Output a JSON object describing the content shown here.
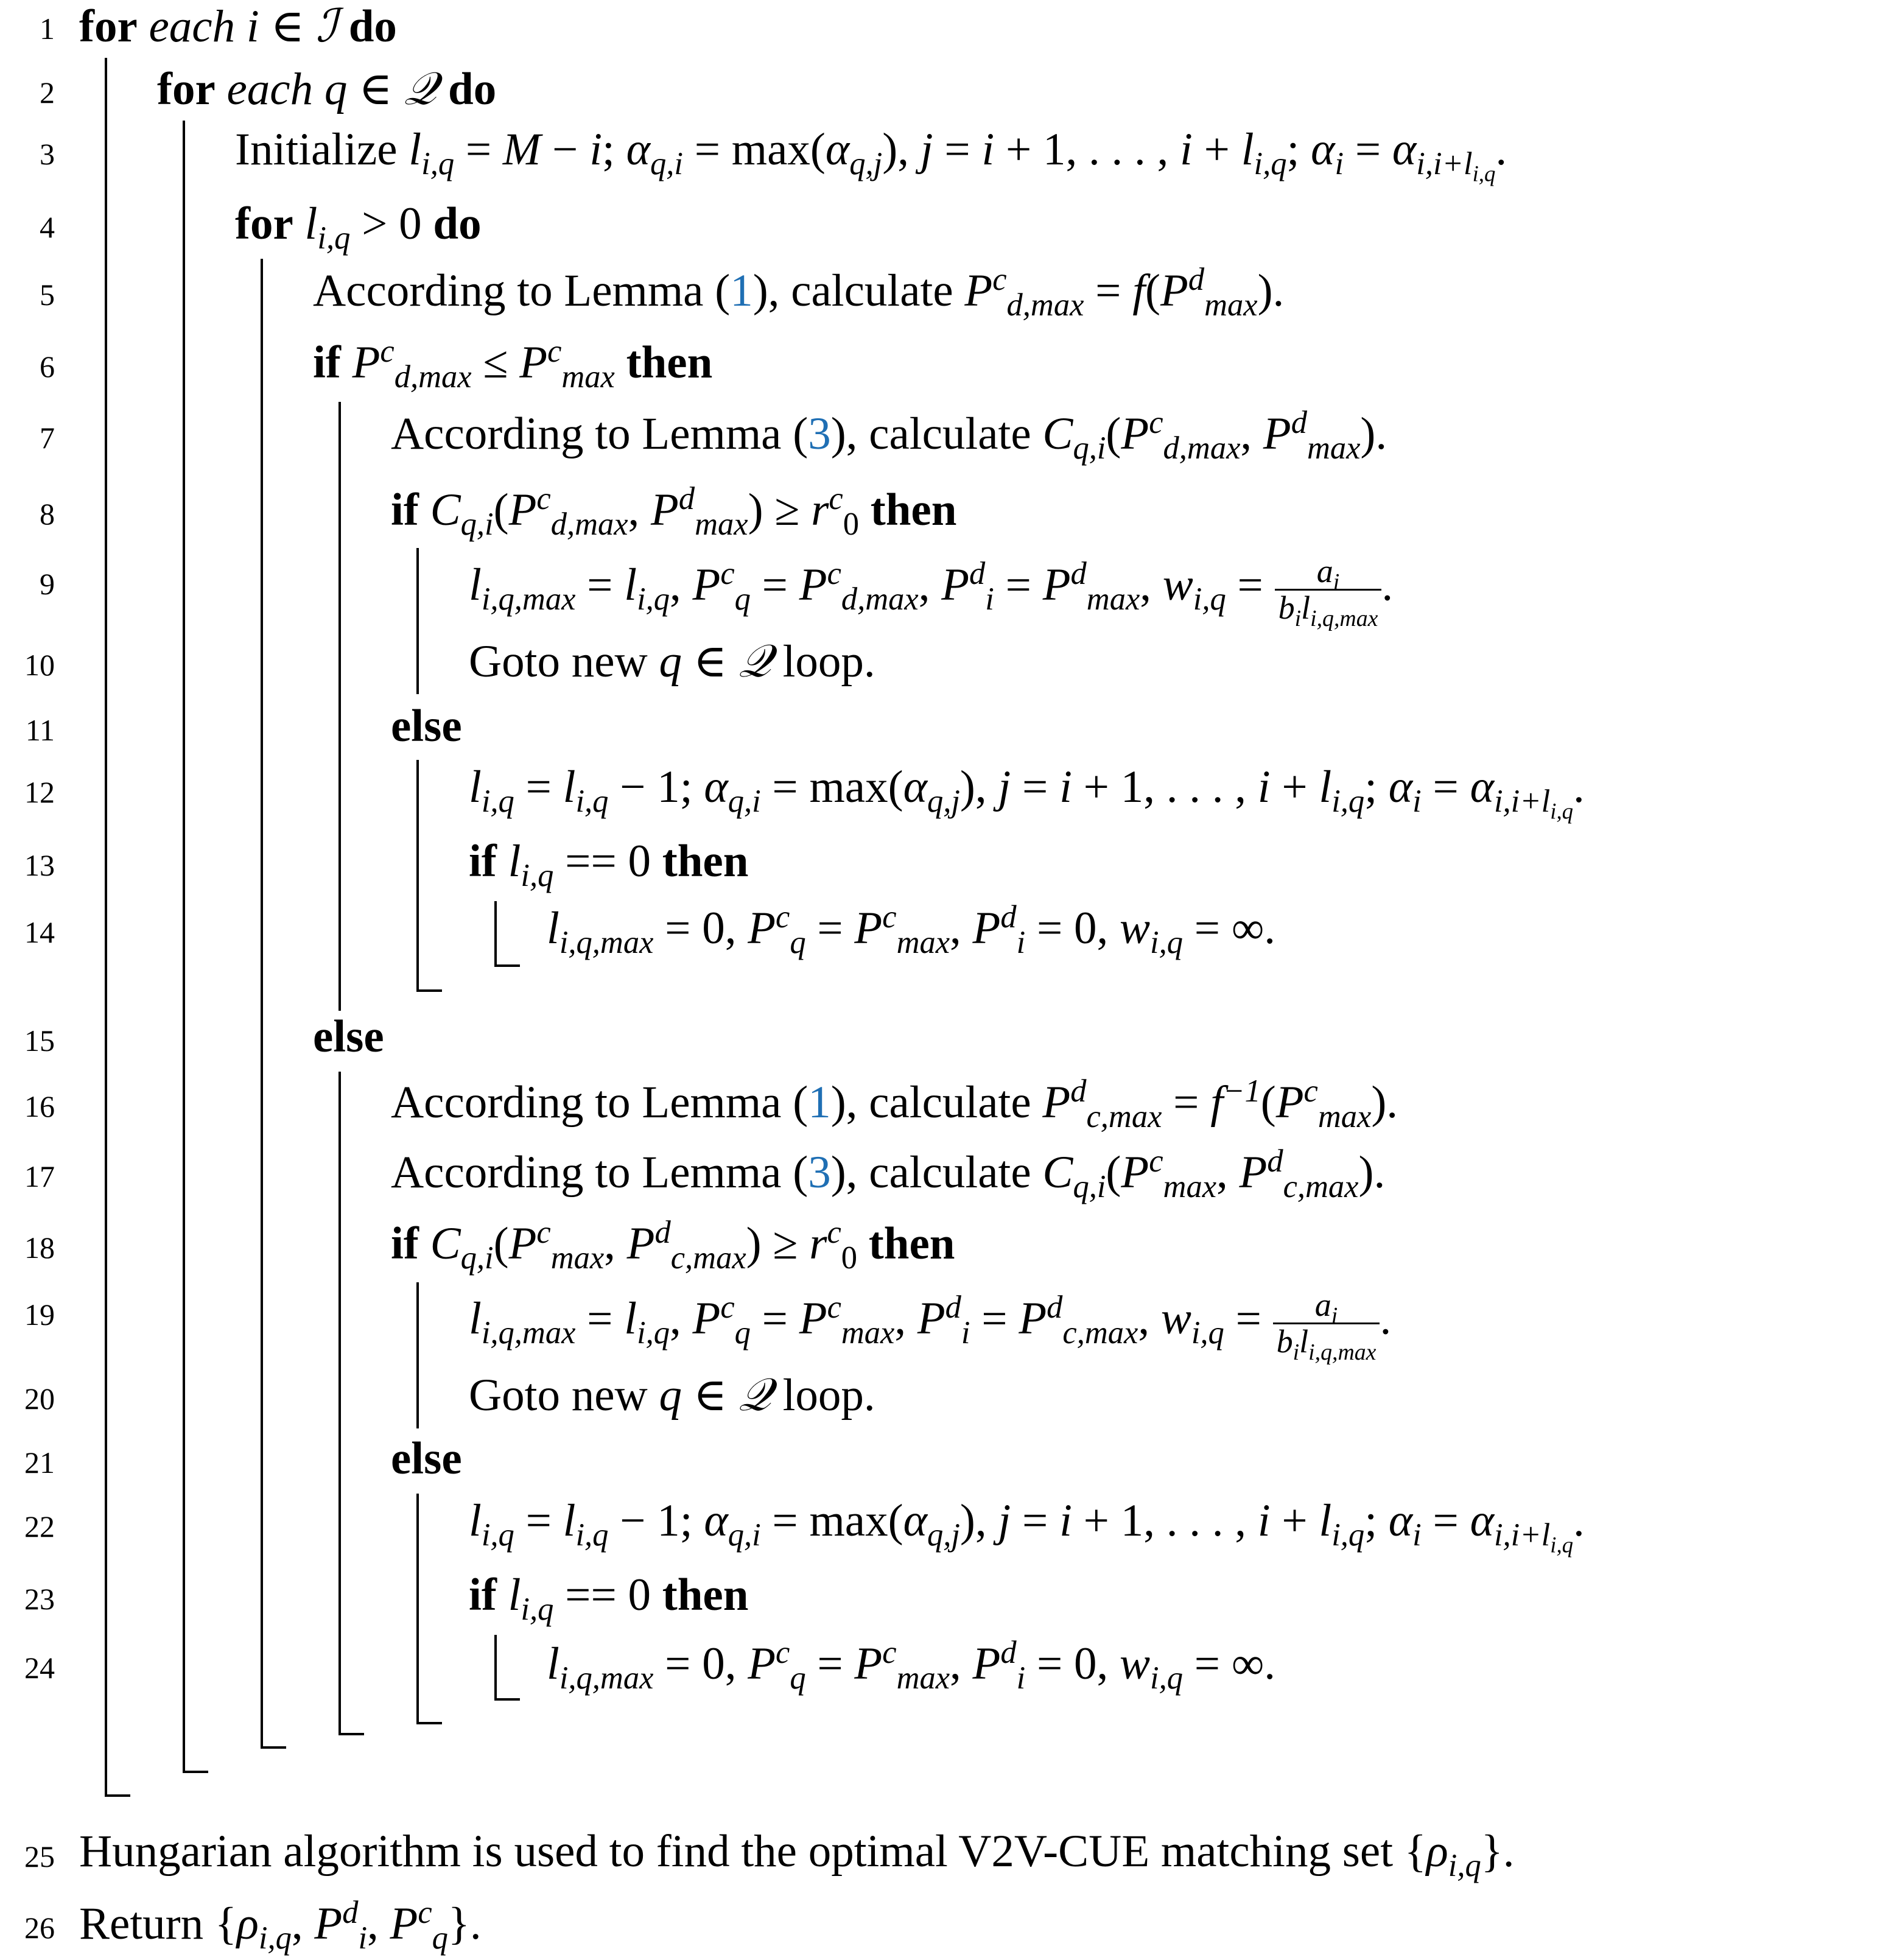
{
  "algorithm": {
    "lines": [
      {
        "n": "1"
      },
      {
        "n": "2"
      },
      {
        "n": "3"
      },
      {
        "n": "4"
      },
      {
        "n": "5"
      },
      {
        "n": "6"
      },
      {
        "n": "7"
      },
      {
        "n": "8"
      },
      {
        "n": "9"
      },
      {
        "n": "10"
      },
      {
        "n": "11"
      },
      {
        "n": "12"
      },
      {
        "n": "13"
      },
      {
        "n": "14"
      },
      {
        "n": "15"
      },
      {
        "n": "16"
      },
      {
        "n": "17"
      },
      {
        "n": "18"
      },
      {
        "n": "19"
      },
      {
        "n": "20"
      },
      {
        "n": "21"
      },
      {
        "n": "22"
      },
      {
        "n": "23"
      },
      {
        "n": "24"
      },
      {
        "n": "25"
      },
      {
        "n": "26"
      }
    ],
    "kw": {
      "for": "for",
      "each": "each",
      "do": "do",
      "if": "if",
      "then": "then",
      "else": "else"
    },
    "text": {
      "initialize": "Initialize",
      "according_lemma": "According to Lemma",
      "calculate": "calculate",
      "goto": "Goto new",
      "loop": "loop.",
      "hungarian": "Hungarian algorithm is used to find the optimal V2V-CUE matching set",
      "return": "Return"
    },
    "refs": {
      "lemma1": "1",
      "lemma3": "3"
    }
  }
}
